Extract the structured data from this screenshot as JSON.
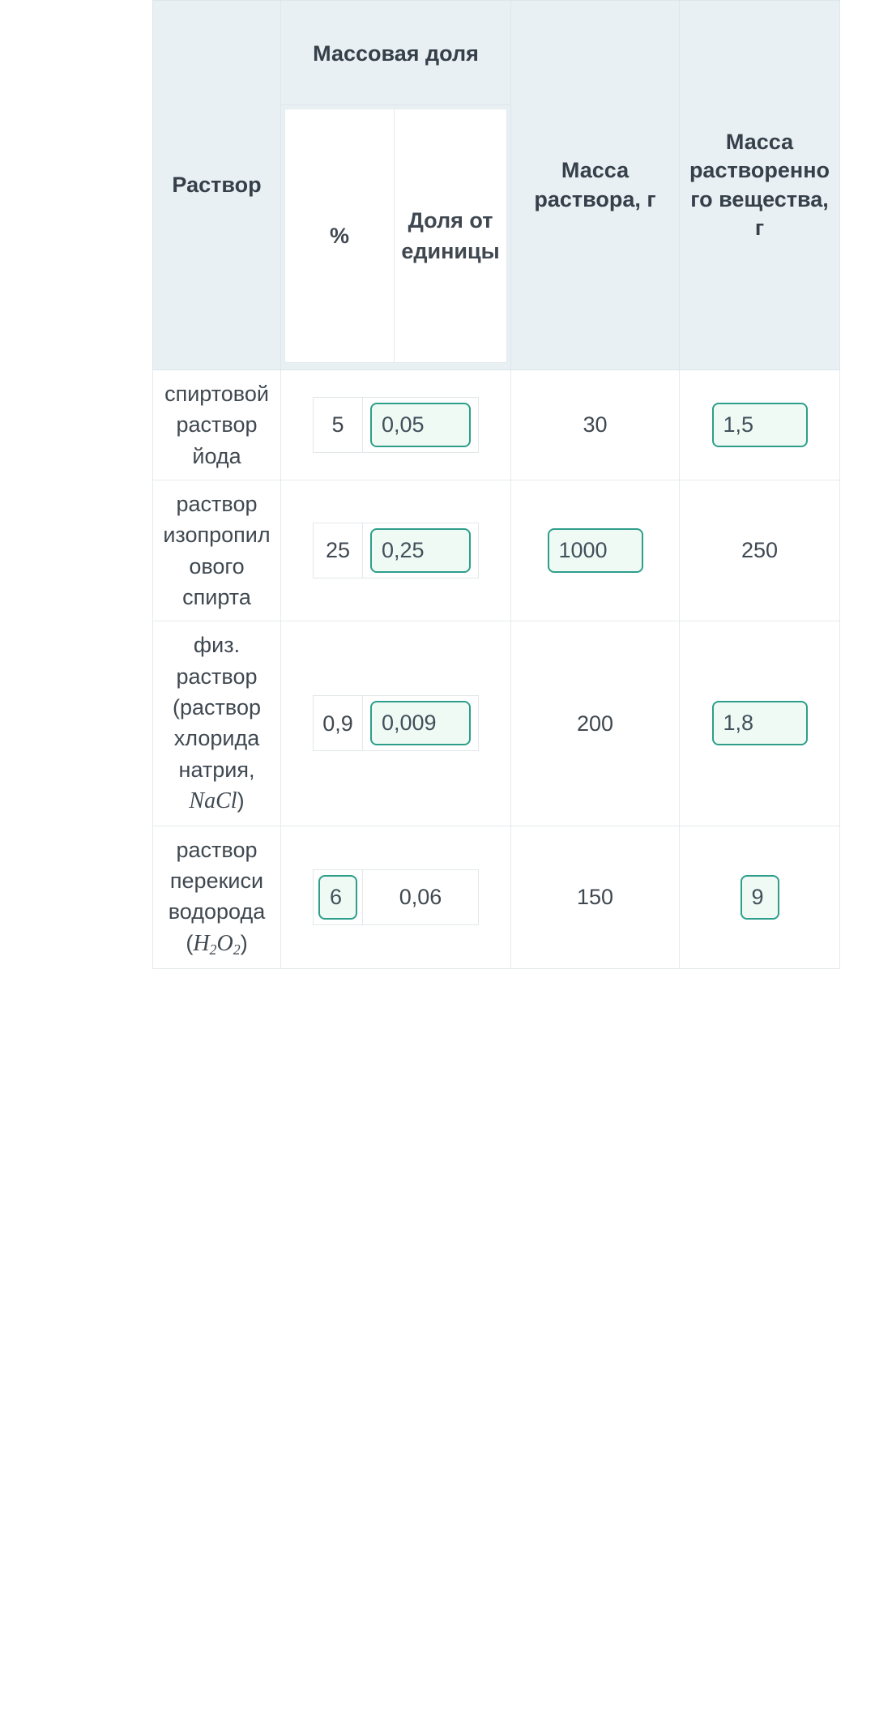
{
  "table": {
    "headers": {
      "solution": "Раствор",
      "mass_fraction_group": "Массовая доля",
      "percent": "%",
      "unit_fraction": "Доля от единицы",
      "solution_mass": "Масса раствора, г",
      "substance_mass": "Масса растворенного вещества, г"
    },
    "rows": [
      {
        "name": "спиртовой раствор йода",
        "name_formula": "",
        "name_suffix": "",
        "percent": "5",
        "percent_is_input": false,
        "fraction": "0,05",
        "fraction_is_input": true,
        "solution_mass": "30",
        "solution_mass_is_input": false,
        "substance_mass": "1,5",
        "substance_mass_is_input": true
      },
      {
        "name": "раствор изопропилового спирта",
        "name_formula": "",
        "name_suffix": "",
        "percent": "25",
        "percent_is_input": false,
        "fraction": "0,25",
        "fraction_is_input": true,
        "solution_mass": "1000",
        "solution_mass_is_input": true,
        "substance_mass": "250",
        "substance_mass_is_input": false
      },
      {
        "name": "физ. раствор (раствор хлорида натрия, ",
        "name_formula": "NaCl",
        "name_suffix": ")",
        "percent": "0,9",
        "percent_is_input": false,
        "fraction": "0,009",
        "fraction_is_input": true,
        "solution_mass": "200",
        "solution_mass_is_input": false,
        "substance_mass": "1,8",
        "substance_mass_is_input": true
      },
      {
        "name": "раствор перекиси водорода (",
        "name_formula": "H2O2",
        "name_suffix": ")",
        "percent": "6",
        "percent_is_input": true,
        "fraction": "0,06",
        "fraction_is_input": false,
        "solution_mass": "150",
        "solution_mass_is_input": false,
        "substance_mass": "9",
        "substance_mass_is_input": true
      }
    ]
  },
  "colors": {
    "header_bg": "#e9f0f3",
    "header_text": "#36404a",
    "grid_line": "#e4eaec",
    "input_border": "#2e9e8a",
    "input_bg": "#effaf5",
    "body_text": "#3f4850"
  }
}
